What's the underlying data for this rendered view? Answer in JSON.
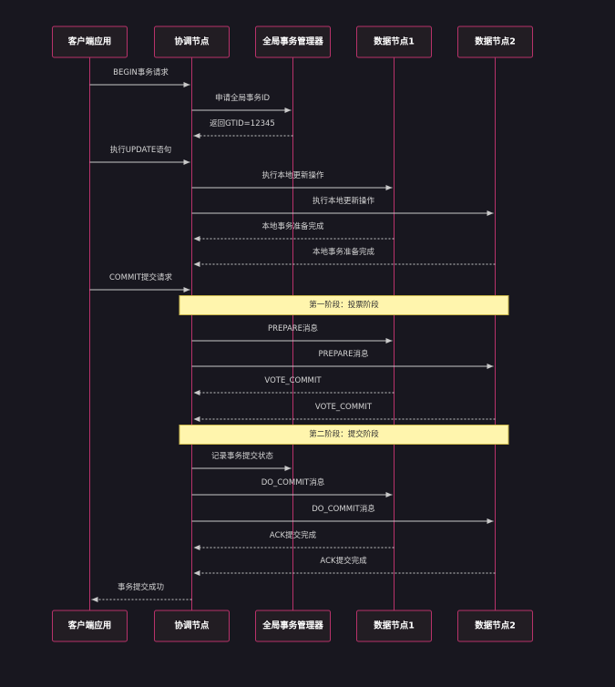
{
  "participants": [
    {
      "id": "client",
      "label": "客户端应用"
    },
    {
      "id": "coord",
      "label": "协调节点"
    },
    {
      "id": "gtm",
      "label": "全局事务管理器"
    },
    {
      "id": "data1",
      "label": "数据节点1"
    },
    {
      "id": "data2",
      "label": "数据节点2"
    }
  ],
  "messages": [
    {
      "from": "client",
      "to": "coord",
      "text": "BEGIN事务请求",
      "style": "solid"
    },
    {
      "from": "coord",
      "to": "gtm",
      "text": "申请全局事务ID",
      "style": "solid"
    },
    {
      "from": "gtm",
      "to": "coord",
      "text": "返回GTID=12345",
      "style": "dashed"
    },
    {
      "from": "client",
      "to": "coord",
      "text": "执行UPDATE语句",
      "style": "solid"
    },
    {
      "from": "coord",
      "to": "data1",
      "text": "执行本地更新操作",
      "style": "solid"
    },
    {
      "from": "coord",
      "to": "data2",
      "text": "执行本地更新操作",
      "style": "solid"
    },
    {
      "from": "data1",
      "to": "coord",
      "text": "本地事务准备完成",
      "style": "dashed"
    },
    {
      "from": "data2",
      "to": "coord",
      "text": "本地事务准备完成",
      "style": "dashed"
    },
    {
      "from": "client",
      "to": "coord",
      "text": "COMMIT提交请求",
      "style": "solid"
    },
    {
      "note": "第一阶段：投票阶段"
    },
    {
      "from": "coord",
      "to": "data1",
      "text": "PREPARE消息",
      "style": "solid"
    },
    {
      "from": "coord",
      "to": "data2",
      "text": "PREPARE消息",
      "style": "solid"
    },
    {
      "from": "data1",
      "to": "coord",
      "text": "VOTE_COMMIT",
      "style": "dashed"
    },
    {
      "from": "data2",
      "to": "coord",
      "text": "VOTE_COMMIT",
      "style": "dashed"
    },
    {
      "note": "第二阶段：提交阶段"
    },
    {
      "from": "coord",
      "to": "gtm",
      "text": "记录事务提交状态",
      "style": "solid"
    },
    {
      "from": "coord",
      "to": "data1",
      "text": "DO_COMMIT消息",
      "style": "solid"
    },
    {
      "from": "coord",
      "to": "data2",
      "text": "DO_COMMIT消息",
      "style": "solid"
    },
    {
      "from": "data1",
      "to": "coord",
      "text": "ACK提交完成",
      "style": "dashed"
    },
    {
      "from": "data2",
      "to": "coord",
      "text": "ACK提交完成",
      "style": "dashed"
    },
    {
      "from": "coord",
      "to": "client",
      "text": "事务提交成功",
      "style": "dashed"
    }
  ],
  "colors": {
    "background": "#18171f",
    "actor_border": "#b8326a",
    "lifeline": "#b8326a",
    "arrow": "#c9c9c9",
    "note_fill": "#fff5ad"
  }
}
